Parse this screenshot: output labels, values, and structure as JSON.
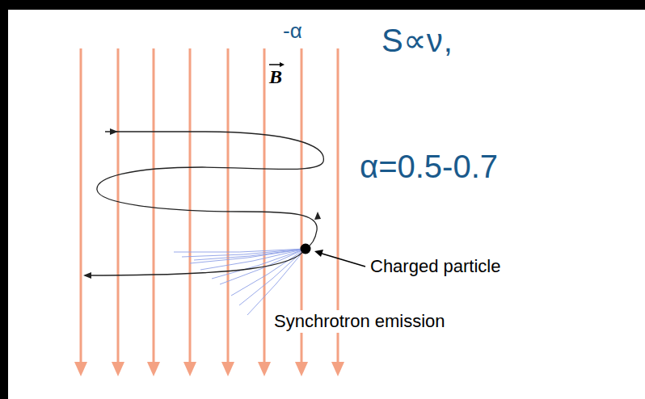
{
  "diagram": {
    "labels": [
      "B",
      "S∝ν",
      "-α",
      ",",
      "α=0.5-0.7",
      "Charged particle",
      "Synchrotron emission"
    ]
  }
}
